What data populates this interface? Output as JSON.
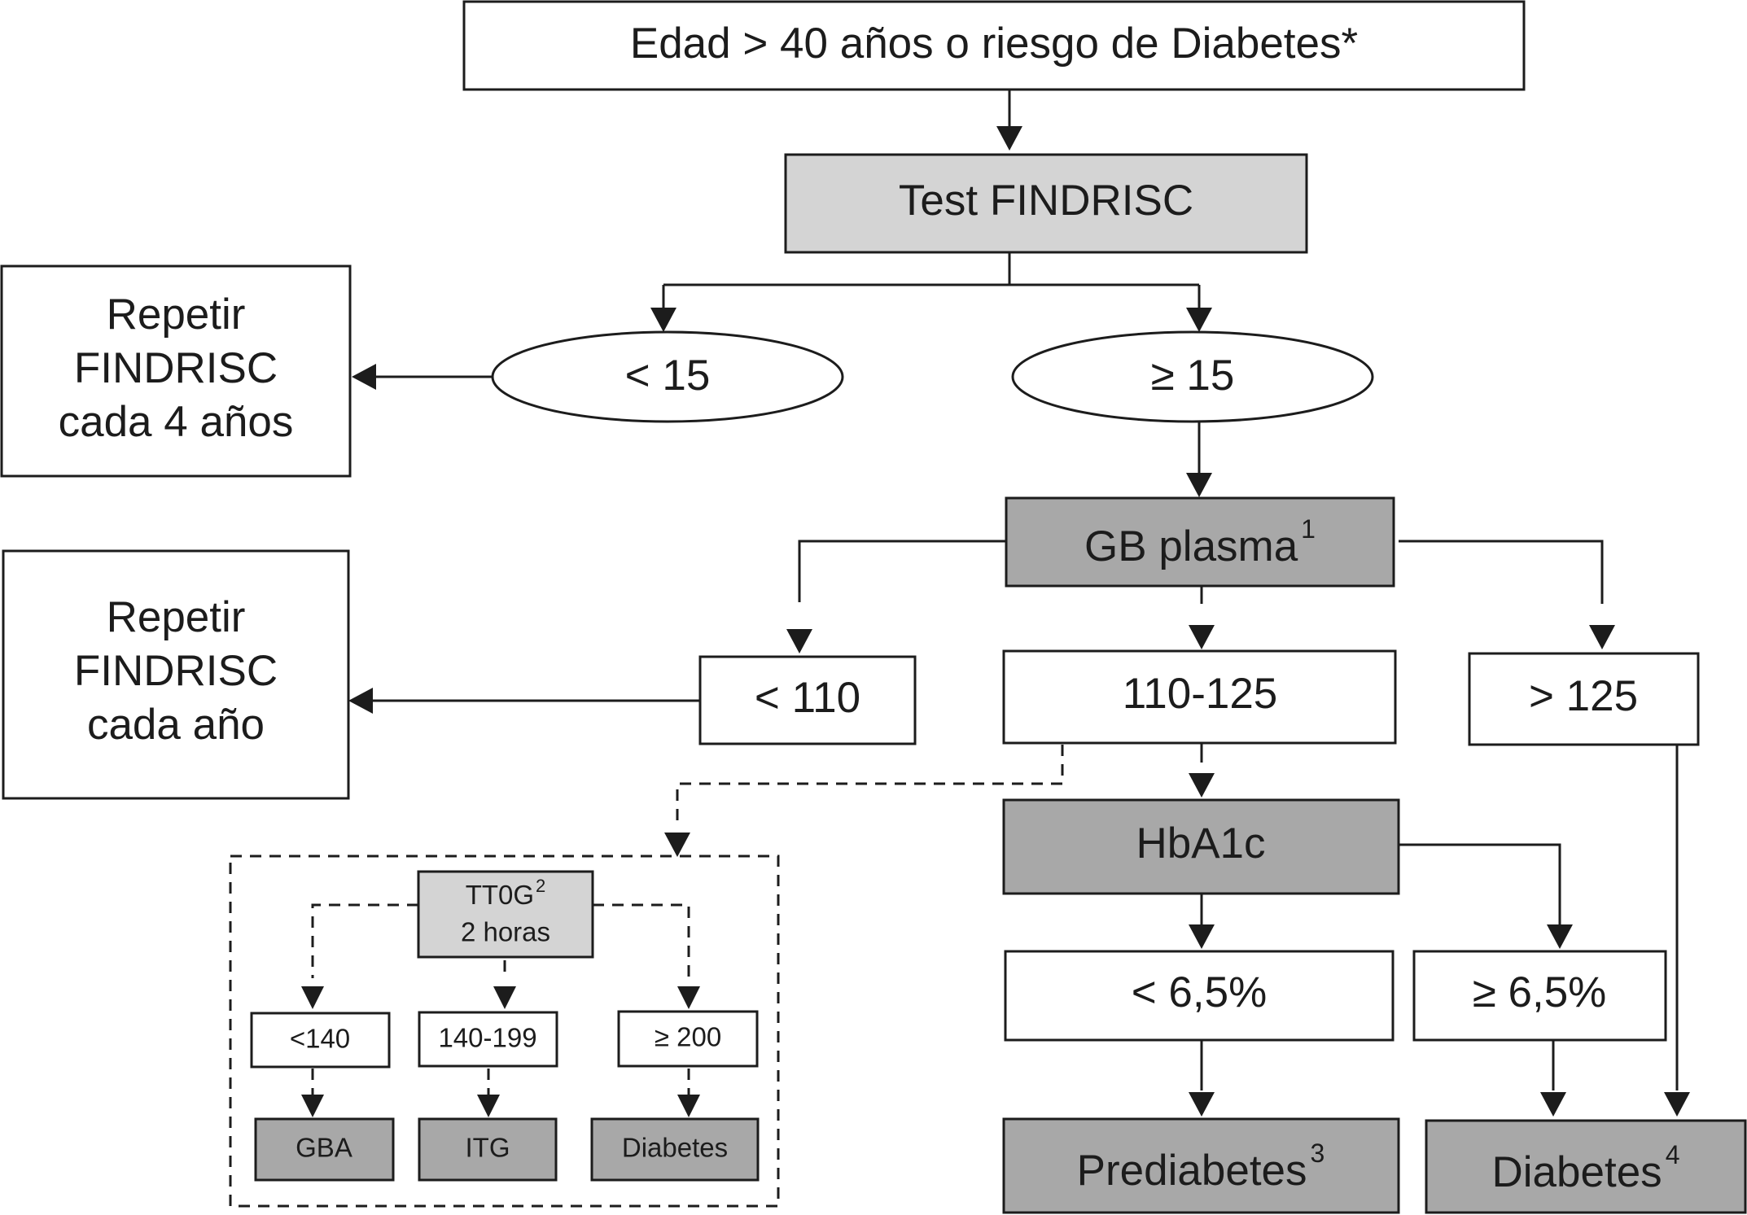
{
  "nodes": {
    "start": "Edad > 40 años o riesgo de Diabetes*",
    "findrisc_test": "Test FINDRISC",
    "score_low": "< 15",
    "score_high": "≥ 15",
    "repeat_4y": [
      "Repetir",
      "FINDRISC",
      "cada 4 años"
    ],
    "gb_plasma": "GB plasma",
    "gb_plasma_sup": "1",
    "gb_low": "< 110",
    "gb_mid": "110-125",
    "gb_high": "> 125",
    "repeat_1y": [
      "Repetir",
      "FINDRISC",
      "cada año"
    ],
    "hba1c": "HbA1c",
    "hba1c_low": "< 6,5%",
    "hba1c_high": "≥ 6,5%",
    "prediabetes": "Prediabetes",
    "prediabetes_sup": "3",
    "diabetes": "Diabetes",
    "diabetes_sup": "4",
    "ttog_line1": "TT0G",
    "ttog_sup": "2",
    "ttog_line2": "2 horas",
    "ttog_low": "<140",
    "ttog_mid": "140-199",
    "ttog_high": "≥ 200",
    "gba": "GBA",
    "itg": "ITG",
    "ttog_diabetes": "Diabetes"
  }
}
